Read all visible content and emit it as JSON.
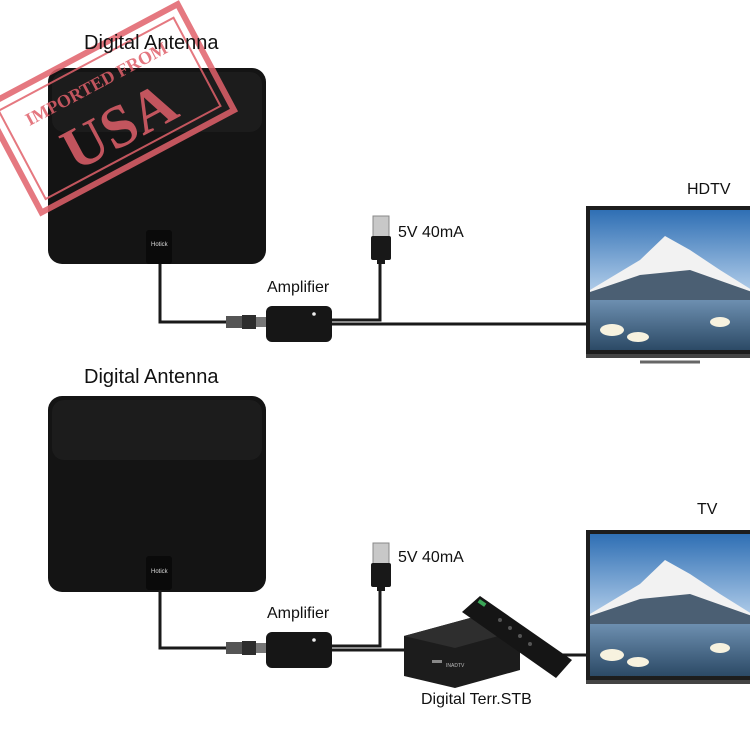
{
  "top": {
    "antenna_label": "Digital Antenna",
    "antenna_brand": "Hotick",
    "amplifier_label": "Amplifier",
    "usb_label": "5V 40mA",
    "display_label": "HDTV"
  },
  "bottom": {
    "antenna_label": "Digital Antenna",
    "antenna_brand": "Hotick",
    "amplifier_label": "Amplifier",
    "usb_label": "5V 40mA",
    "display_label": "TV",
    "stb_label": "Digital Terr.STB",
    "stb_brand": "INADTV"
  },
  "stamp": {
    "line1": "IMPORTED FROM",
    "line2": "USA"
  },
  "colors": {
    "antenna": "#141414",
    "cable": "#1a1a1a",
    "stamp": "#e0606a",
    "sky": "#3f7fc0"
  }
}
